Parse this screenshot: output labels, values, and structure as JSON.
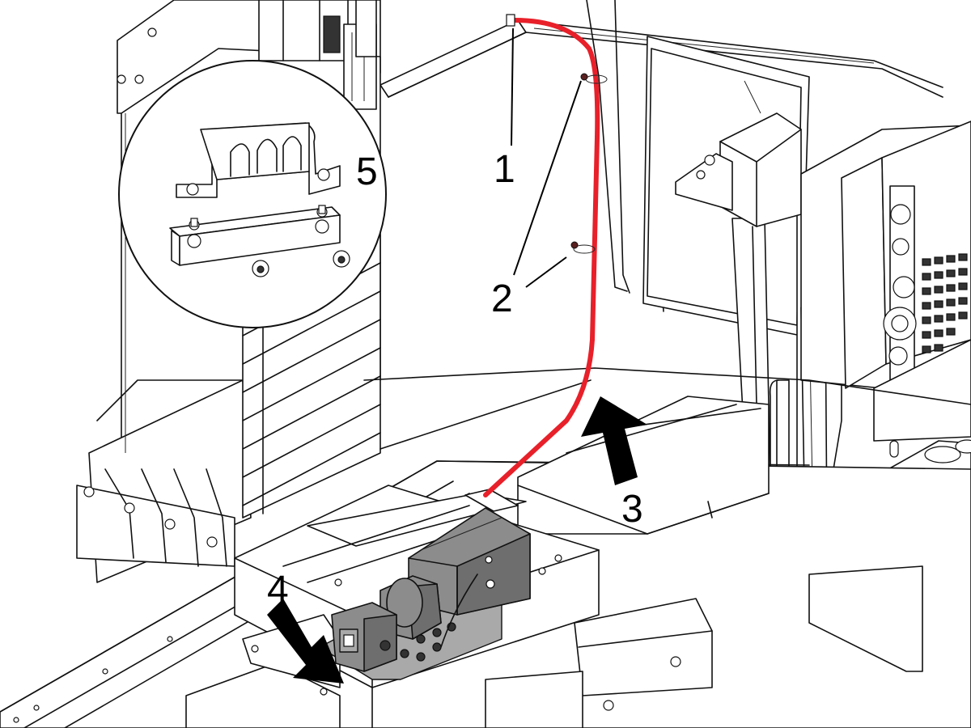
{
  "callouts": [
    {
      "id": "1",
      "label": "1"
    },
    {
      "id": "2",
      "label": "2"
    },
    {
      "id": "3",
      "label": "3"
    },
    {
      "id": "4",
      "label": "4"
    },
    {
      "id": "5",
      "label": "5"
    }
  ],
  "colors": {
    "cable": "#e8202a",
    "line": "#111111",
    "component_fill": "#8c8c8c",
    "background": "#ffffff"
  }
}
